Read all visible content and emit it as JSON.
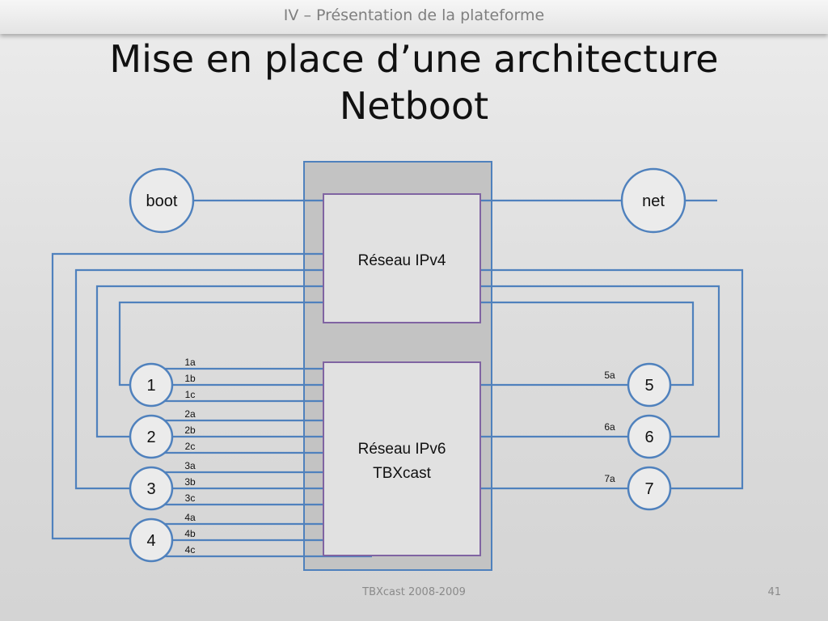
{
  "slide": {
    "section_header": "IV – Présentation de la plateforme",
    "title_line1": "Mise en place d’une architecture",
    "title_line2": "Netboot",
    "footer_text": "TBXcast 2008-2009",
    "page_number": "41"
  },
  "colors": {
    "line": "#4f81bd",
    "box_border": "#8064a2",
    "box_fill": "#e1e1e1",
    "outer_fill": "#c3c3c3",
    "node_fill": "#ebebeb"
  },
  "diagram": {
    "ipv4_box": {
      "label": "Réseau IPv4"
    },
    "ipv6_box": {
      "line1": "Réseau IPv6",
      "line2": "TBXcast"
    },
    "service_nodes": [
      {
        "id": "boot",
        "label": "boot"
      },
      {
        "id": "net",
        "label": "net"
      }
    ],
    "left_nodes": [
      {
        "label": "1",
        "ports": [
          "1a",
          "1b",
          "1c"
        ]
      },
      {
        "label": "2",
        "ports": [
          "2a",
          "2b",
          "2c"
        ]
      },
      {
        "label": "3",
        "ports": [
          "3a",
          "3b",
          "3c"
        ]
      },
      {
        "label": "4",
        "ports": [
          "4a",
          "4b",
          "4c"
        ]
      }
    ],
    "right_nodes": [
      {
        "label": "5",
        "ports": [
          "5a"
        ]
      },
      {
        "label": "6",
        "ports": [
          "6a"
        ]
      },
      {
        "label": "7",
        "ports": [
          "7a"
        ]
      }
    ]
  }
}
